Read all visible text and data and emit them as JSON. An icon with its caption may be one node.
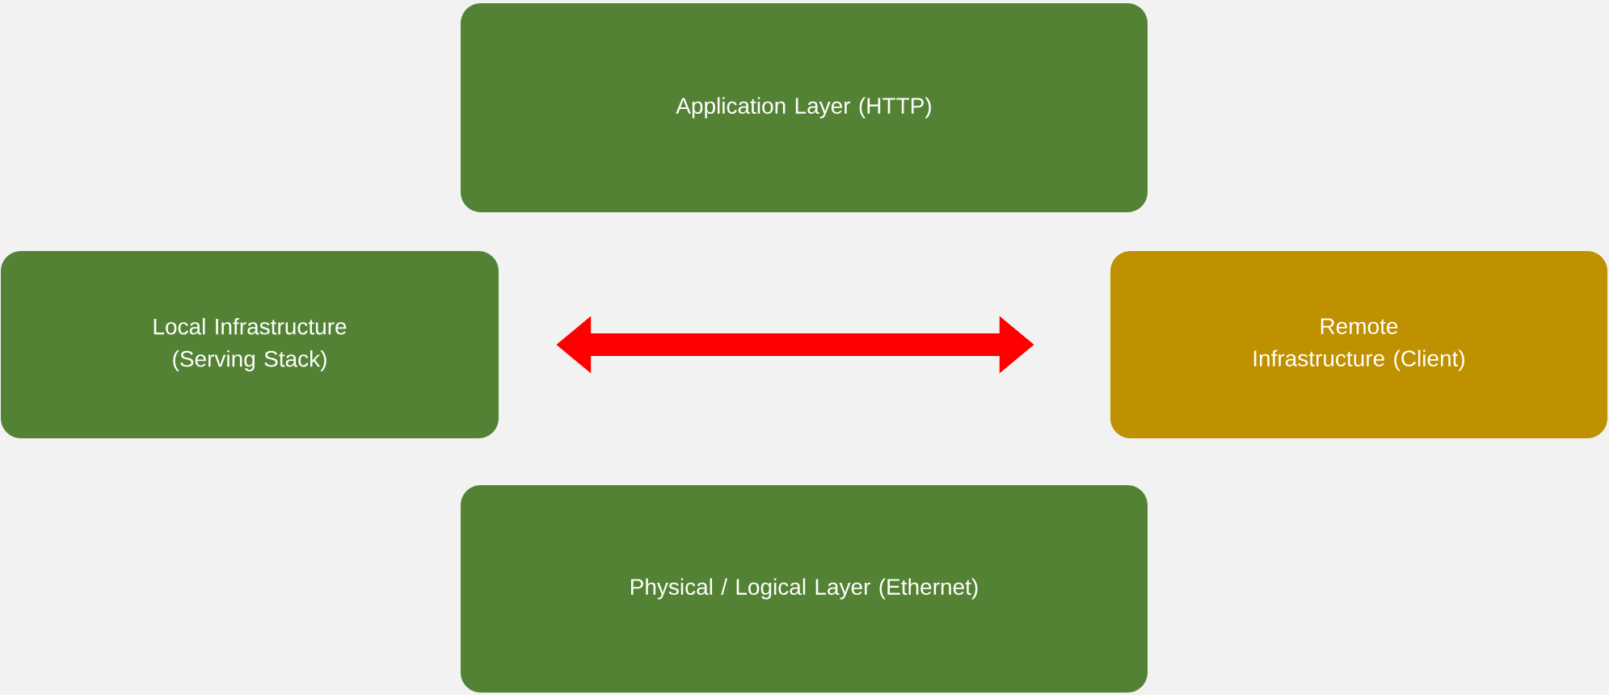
{
  "diagram": {
    "nodes": [
      {
        "text": [
          "Application Layer (HTTP)"
        ]
      },
      {
        "text": [
          "Local Infrastructure (Serving Stack)"
        ]
      },
      {
        "text": [
          "Remote Infrastructure (Client)"
        ]
      },
      {
        "text": [
          "Physical / Logical Layer (Ethernet)"
        ]
      }
    ],
    "edges": [
      {
        "from": 1,
        "to": 2,
        "arrow": "both"
      }
    ]
  }
}
